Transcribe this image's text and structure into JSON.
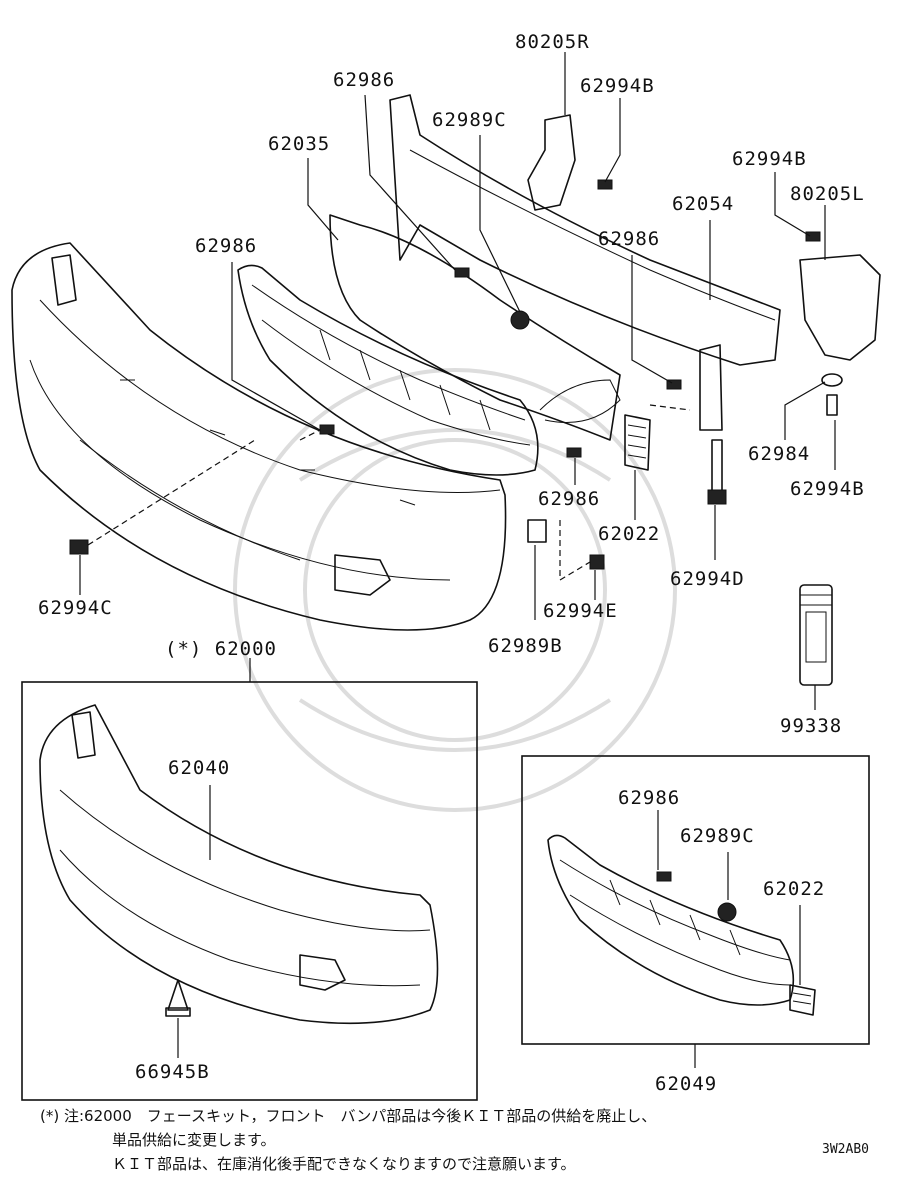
{
  "parts": {
    "p80205R": "80205R",
    "p62994B_top": "62994B",
    "p62986_top": "62986",
    "p62989C_top": "62989C",
    "p62035": "62035",
    "p62994B_right": "62994B",
    "p80205L": "80205L",
    "p62054": "62054",
    "p62986_left": "62986",
    "p62986_mid": "62986",
    "p62984": "62984",
    "p62994B_low": "62994B",
    "p62986_low": "62986",
    "p62022_main": "62022",
    "p62994D": "62994D",
    "p62994C": "62994C",
    "p62994E": "62994E",
    "p62989B": "62989B",
    "p99338": "99338",
    "p62000": "(*) 62000",
    "p62040": "62040",
    "p66945B": "66945B",
    "p62986_box": "62986",
    "p62989C_box": "62989C",
    "p62022_box": "62022",
    "p62049": "62049"
  },
  "notes": {
    "line1": "(*) 注:62000　フェースキット，フロント　バンパ部品は今後ＫＩＴ部品の供給を廃止し、",
    "line2": "単品供給に変更します。",
    "line3": "ＫＩＴ部品は、在庫消化後手配できなくなりますので注意願います。"
  },
  "diagram_code": "3W2AB0"
}
